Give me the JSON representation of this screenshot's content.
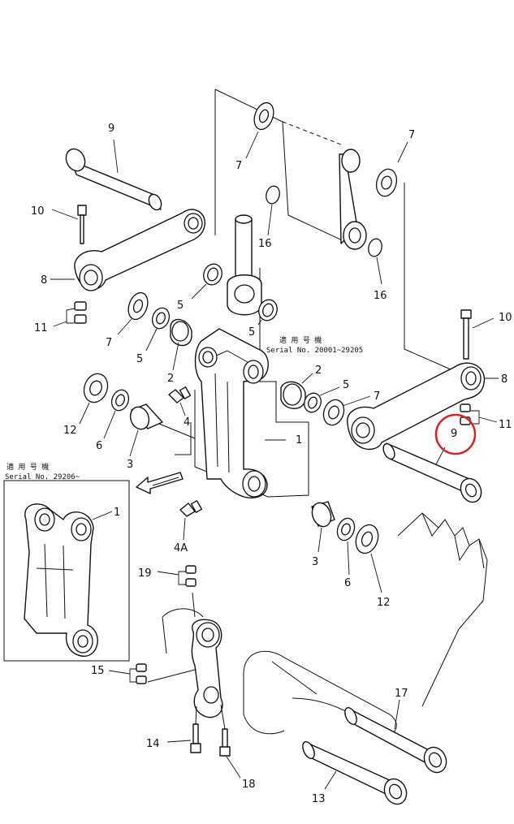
{
  "callouts": {
    "c9a": "9",
    "c10a": "10",
    "c8a": "8",
    "c11a": "11",
    "c7a": "7",
    "c7b": "7",
    "c7c": "7",
    "c7d": "7",
    "c16a": "16",
    "c16b": "16",
    "c5a": "5",
    "c5b": "5",
    "c5c": "5",
    "c5d": "5",
    "c2a": "2",
    "c2b": "2",
    "c12a": "12",
    "c12b": "12",
    "c6a": "6",
    "c6b": "6",
    "c3a": "3",
    "c3b": "3",
    "c4": "4",
    "c4a": "4A",
    "c1a": "1",
    "c1b": "1",
    "c10b": "10",
    "c8b": "8",
    "c11b": "11",
    "c9b": "9",
    "c19": "19",
    "c15": "15",
    "c14": "14",
    "c18": "18",
    "c17": "17",
    "c13": "13"
  },
  "notes": {
    "serial_jp_1": "適 用 号 機",
    "serial_1": "Serial No. 20001~29205",
    "serial_jp_2": "適 用 号 機",
    "serial_2": "Serial No. 29206~"
  },
  "highlight": {
    "color": "#e02020",
    "target": "9"
  }
}
